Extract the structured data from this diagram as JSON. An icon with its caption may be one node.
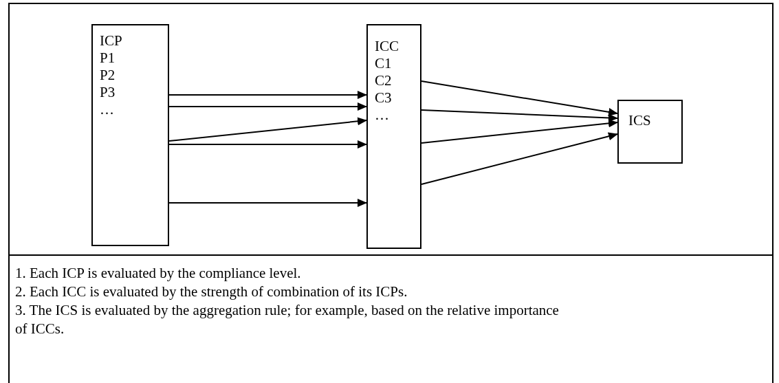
{
  "diagram": {
    "nodes": [
      {
        "text": [
          "ICP",
          "P1",
          "P2",
          "P3",
          "…"
        ]
      },
      {
        "text": [
          "ICC",
          "C1",
          "C2",
          "C3",
          "…"
        ]
      },
      {
        "text": [
          "ICS"
        ]
      }
    ],
    "edges": [
      {
        "from": 0,
        "to": 1,
        "arrow": "to"
      },
      {
        "from": 0,
        "to": 1,
        "arrow": "to"
      },
      {
        "from": 0,
        "to": 1,
        "arrow": "to"
      },
      {
        "from": 0,
        "to": 1,
        "arrow": "to"
      },
      {
        "from": 0,
        "to": 1,
        "arrow": "to"
      },
      {
        "from": 1,
        "to": 2,
        "arrow": "to"
      },
      {
        "from": 1,
        "to": 2,
        "arrow": "to"
      },
      {
        "from": 1,
        "to": 2,
        "arrow": "to"
      },
      {
        "from": 1,
        "to": 2,
        "arrow": "to"
      }
    ],
    "labels": [
      "1. Each ICP is evaluated by the compliance level.",
      "2. Each ICC is evaluated by the strength of combination of its ICPs.",
      "3. The ICS is evaluated by the aggregation rule; for example, based on the relative importance of ICCs."
    ]
  }
}
